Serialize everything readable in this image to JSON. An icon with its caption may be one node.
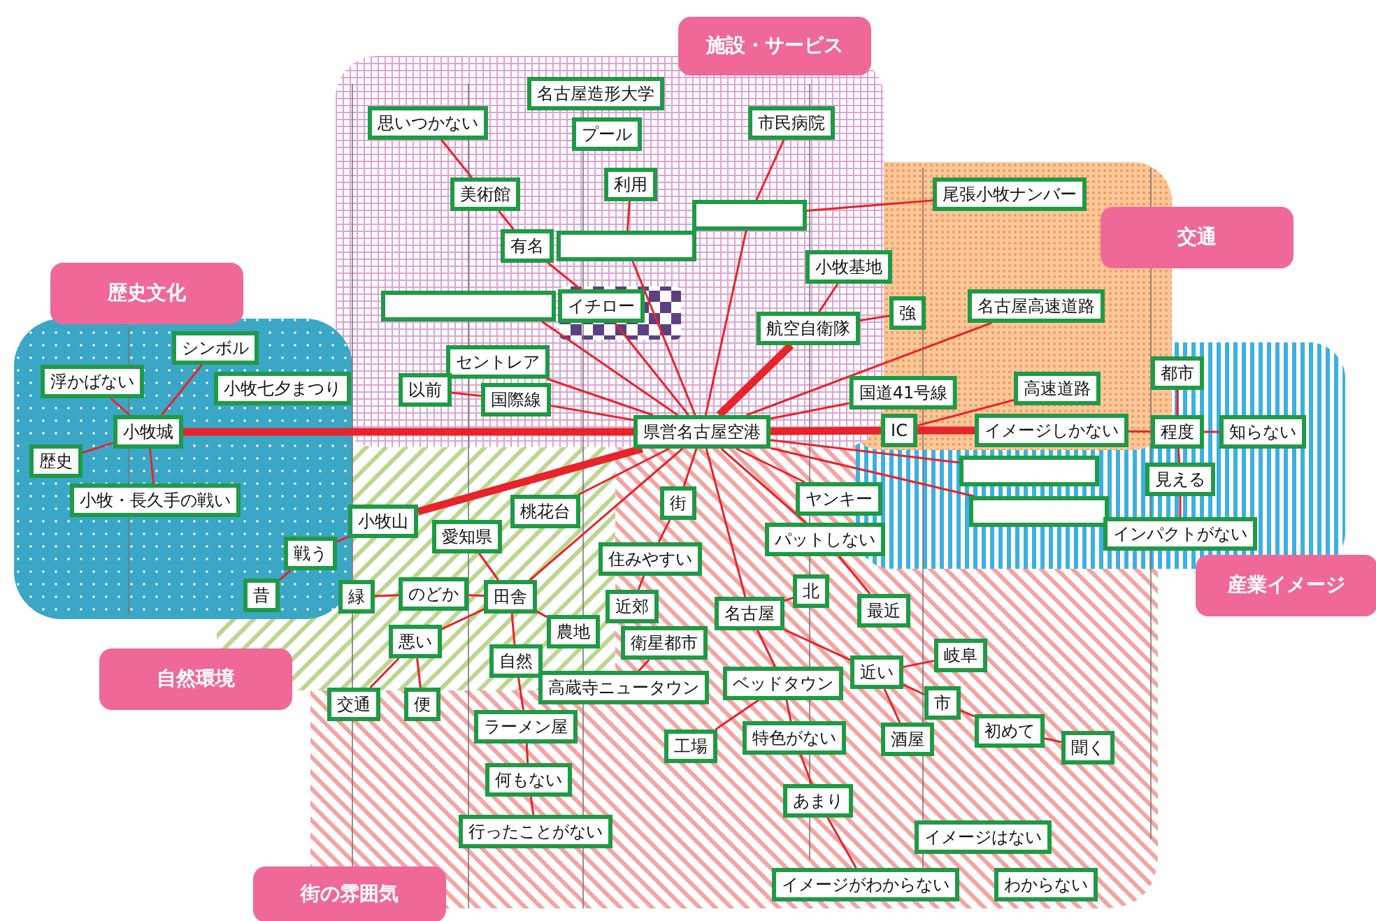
{
  "diagram": {
    "nodes": [
      {
        "text": [
          "名古屋造形大学"
        ]
      },
      {
        "text": [
          "思いつかない"
        ]
      },
      {
        "text": [
          "プール"
        ]
      },
      {
        "text": [
          "市民病院"
        ]
      },
      {
        "text": [
          "利用"
        ]
      },
      {
        "text": [
          "美術館"
        ]
      },
      {
        "text": [],
        "shape": "box"
      },
      {
        "text": [
          "尾張小牧ナンバー"
        ]
      },
      {
        "text": [
          "有名"
        ]
      },
      {
        "text": [],
        "shape": "box"
      },
      {
        "text": [
          "小牧基地"
        ]
      },
      {
        "text": [],
        "shape": "box"
      },
      {
        "text": [
          "イチロー"
        ]
      },
      {
        "text": [
          "航空自衛隊"
        ]
      },
      {
        "text": [
          "強"
        ]
      },
      {
        "text": [
          "名古屋高速道路"
        ]
      },
      {
        "text": [
          "セントレア"
        ]
      },
      {
        "text": [
          "以前"
        ]
      },
      {
        "text": [
          "国際線"
        ]
      },
      {
        "text": [
          "県営名古屋空港"
        ]
      },
      {
        "text": [
          "国道41号線"
        ]
      },
      {
        "text": [
          "高速道路"
        ]
      },
      {
        "text": [
          "都市"
        ]
      },
      {
        "text": [
          "小牧城"
        ]
      },
      {
        "text": [
          "シンボル"
        ]
      },
      {
        "text": [
          "浮かばない"
        ]
      },
      {
        "text": [
          "小牧七夕まつり"
        ]
      },
      {
        "text": [
          "歴史"
        ]
      },
      {
        "text": [
          "IC"
        ]
      },
      {
        "text": [
          "イメージしかない"
        ]
      },
      {
        "text": [
          "程度"
        ]
      },
      {
        "text": [
          "知らない"
        ]
      },
      {
        "text": [],
        "shape": "box"
      },
      {
        "text": [
          "見える"
        ]
      },
      {
        "text": [],
        "shape": "box"
      },
      {
        "text": [
          "インパクトがない"
        ]
      },
      {
        "text": [
          "小牧・長久手の戦い"
        ]
      },
      {
        "text": [
          "小牧山"
        ]
      },
      {
        "text": [
          "桃花台"
        ]
      },
      {
        "text": [
          "愛知県"
        ]
      },
      {
        "text": [
          "街"
        ]
      },
      {
        "text": [
          "ヤンキー"
        ]
      },
      {
        "text": [
          "戦う"
        ]
      },
      {
        "text": [
          "パットしない"
        ]
      },
      {
        "text": [
          "住みやすい"
        ]
      },
      {
        "text": [
          "昔"
        ]
      },
      {
        "text": [
          "緑"
        ]
      },
      {
        "text": [
          "のどか"
        ]
      },
      {
        "text": [
          "田舎"
        ]
      },
      {
        "text": [
          "北"
        ]
      },
      {
        "text": [
          "最近"
        ]
      },
      {
        "text": [
          "近郊"
        ]
      },
      {
        "text": [
          "名古屋"
        ]
      },
      {
        "text": [
          "悪い"
        ]
      },
      {
        "text": [
          "農地"
        ]
      },
      {
        "text": [
          "衛星都市"
        ]
      },
      {
        "text": [
          "岐阜"
        ]
      },
      {
        "text": [
          "自然"
        ]
      },
      {
        "text": [
          "近い"
        ]
      },
      {
        "text": [
          "高蔵寺ニュータウン"
        ]
      },
      {
        "text": [
          "ベッドタウン"
        ]
      },
      {
        "text": [
          "市"
        ]
      },
      {
        "text": [
          "交通"
        ]
      },
      {
        "text": [
          "便"
        ]
      },
      {
        "text": [
          "ラーメン屋"
        ]
      },
      {
        "text": [
          "工場"
        ]
      },
      {
        "text": [
          "特色がない"
        ]
      },
      {
        "text": [
          "酒屋"
        ]
      },
      {
        "text": [
          "初めて"
        ]
      },
      {
        "text": [
          "聞く"
        ]
      },
      {
        "text": [
          "何もない"
        ]
      },
      {
        "text": [
          "あまり"
        ]
      },
      {
        "text": [
          "行ったことがない"
        ]
      },
      {
        "text": [
          "イメージはない"
        ]
      },
      {
        "text": [
          "イメージがわからない"
        ]
      },
      {
        "text": [
          "わからない"
        ]
      },
      {
        "text": [
          "施設・サービス"
        ]
      },
      {
        "text": [
          "交通"
        ]
      },
      {
        "text": [
          "歴史文化"
        ]
      },
      {
        "text": [
          "産業イメージ"
        ]
      },
      {
        "text": [
          "自然環境"
        ]
      },
      {
        "text": [
          "街の雰囲気"
        ]
      }
    ],
    "edges": [
      {
        "from": 1,
        "to": 5,
        "arrow": "none"
      },
      {
        "from": 5,
        "to": 8,
        "arrow": "none"
      },
      {
        "from": 8,
        "to": 12,
        "arrow": "none"
      },
      {
        "from": 4,
        "to": 9,
        "arrow": "none"
      },
      {
        "from": 9,
        "to": 19,
        "arrow": "none"
      },
      {
        "from": 3,
        "to": 6,
        "arrow": "none"
      },
      {
        "from": 6,
        "to": 19,
        "arrow": "none"
      },
      {
        "from": 6,
        "to": 7,
        "arrow": "none"
      },
      {
        "from": 10,
        "to": 13,
        "arrow": "none"
      },
      {
        "from": 13,
        "to": 14,
        "arrow": "none"
      },
      {
        "from": 13,
        "to": 19,
        "arrow": "none",
        "style": "thick"
      },
      {
        "from": 15,
        "to": 19,
        "arrow": "none"
      },
      {
        "from": 20,
        "to": 19,
        "arrow": "none"
      },
      {
        "from": 19,
        "to": 28,
        "arrow": "none",
        "style": "thick"
      },
      {
        "from": 28,
        "to": 21,
        "arrow": "none"
      },
      {
        "from": 28,
        "to": 29,
        "arrow": "none",
        "style": "thick"
      },
      {
        "from": 29,
        "to": 30,
        "arrow": "none"
      },
      {
        "from": 30,
        "to": 31,
        "arrow": "none"
      },
      {
        "from": 22,
        "to": 30,
        "arrow": "none"
      },
      {
        "from": 30,
        "to": 33,
        "arrow": "none"
      },
      {
        "from": 33,
        "to": 35,
        "arrow": "none"
      },
      {
        "from": 19,
        "to": 32,
        "arrow": "none"
      },
      {
        "from": 19,
        "to": 34,
        "arrow": "none"
      },
      {
        "from": 12,
        "to": 19,
        "arrow": "none"
      },
      {
        "from": 11,
        "to": 19,
        "arrow": "none"
      },
      {
        "from": 16,
        "to": 19,
        "arrow": "none"
      },
      {
        "from": 18,
        "to": 19,
        "arrow": "none"
      },
      {
        "from": 17,
        "to": 18,
        "arrow": "none"
      },
      {
        "from": 23,
        "to": 19,
        "arrow": "none",
        "style": "thick"
      },
      {
        "from": 23,
        "to": 24,
        "arrow": "none"
      },
      {
        "from": 23,
        "to": 25,
        "arrow": "none"
      },
      {
        "from": 23,
        "to": 27,
        "arrow": "none"
      },
      {
        "from": 23,
        "to": 36,
        "arrow": "none"
      },
      {
        "from": 37,
        "to": 19,
        "arrow": "none",
        "style": "thick"
      },
      {
        "from": 37,
        "to": 42,
        "arrow": "none"
      },
      {
        "from": 42,
        "to": 45,
        "arrow": "none"
      },
      {
        "from": 38,
        "to": 19,
        "arrow": "none"
      },
      {
        "from": 48,
        "to": 19,
        "arrow": "none"
      },
      {
        "from": 39,
        "to": 48,
        "arrow": "none"
      },
      {
        "from": 46,
        "to": 47,
        "arrow": "none"
      },
      {
        "from": 47,
        "to": 48,
        "arrow": "none"
      },
      {
        "from": 48,
        "to": 53,
        "arrow": "none"
      },
      {
        "from": 53,
        "to": 62,
        "arrow": "none"
      },
      {
        "from": 53,
        "to": 63,
        "arrow": "none"
      },
      {
        "from": 48,
        "to": 54,
        "arrow": "none"
      },
      {
        "from": 48,
        "to": 57,
        "arrow": "none"
      },
      {
        "from": 57,
        "to": 64,
        "arrow": "none"
      },
      {
        "from": 64,
        "to": 70,
        "arrow": "none"
      },
      {
        "from": 70,
        "to": 72,
        "arrow": "none"
      },
      {
        "from": 40,
        "to": 19,
        "arrow": "none"
      },
      {
        "from": 40,
        "to": 44,
        "arrow": "none"
      },
      {
        "from": 44,
        "to": 51,
        "arrow": "none"
      },
      {
        "from": 55,
        "to": 59,
        "arrow": "none"
      },
      {
        "from": 19,
        "to": 52,
        "arrow": "none"
      },
      {
        "from": 52,
        "to": 49,
        "arrow": "none"
      },
      {
        "from": 52,
        "to": 58,
        "arrow": "none"
      },
      {
        "from": 52,
        "to": 60,
        "arrow": "none"
      },
      {
        "from": 60,
        "to": 65,
        "arrow": "none"
      },
      {
        "from": 60,
        "to": 66,
        "arrow": "none"
      },
      {
        "from": 66,
        "to": 71,
        "arrow": "none"
      },
      {
        "from": 71,
        "to": 74,
        "arrow": "none"
      },
      {
        "from": 58,
        "to": 56,
        "arrow": "none"
      },
      {
        "from": 58,
        "to": 61,
        "arrow": "none"
      },
      {
        "from": 58,
        "to": 67,
        "arrow": "none"
      },
      {
        "from": 61,
        "to": 68,
        "arrow": "none"
      },
      {
        "from": 68,
        "to": 69,
        "arrow": "none"
      },
      {
        "from": 41,
        "to": 19,
        "arrow": "none"
      },
      {
        "from": 43,
        "to": 19,
        "arrow": "none"
      },
      {
        "from": 43,
        "to": 50,
        "arrow": "none"
      }
    ]
  }
}
